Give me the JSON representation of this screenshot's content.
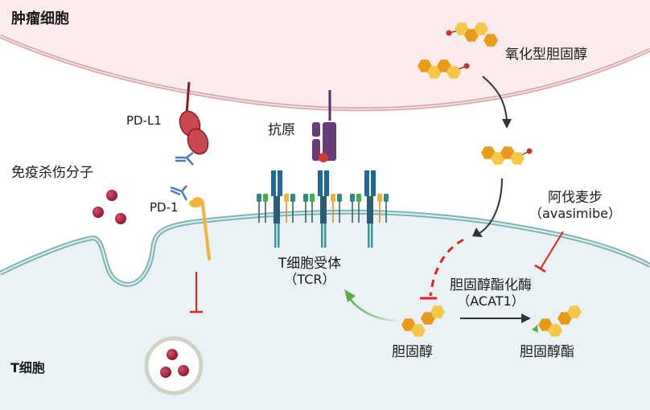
{
  "diagram": {
    "title_tumor_cell": "肿瘤细胞",
    "title_t_cell": "T细胞",
    "labels": {
      "pd_l1": "PD-L1",
      "pd_1": "PD-1",
      "antigen": "抗原",
      "cytotoxic_molecules": "免疫杀伤分子",
      "oxidized_cholesterol": "氧化型胆固醇",
      "avasimibe_cn": "阿伐麦步",
      "avasimibe_en": "（avasimibe）",
      "tcr_cn": "T细胞受体",
      "tcr_en": "（TCR）",
      "acat1_cn": "胆固醇酯化酶",
      "acat1_en": "（ACAT1）",
      "cholesterol": "胆固醇",
      "cholesteryl_ester": "胆固醇酯"
    },
    "colors": {
      "tumor_cell_fill": "#fdecee",
      "tumor_membrane": "#d9a6aa",
      "t_cell_fill": "#eaf2f5",
      "t_cell_membrane": "#7fb3b3",
      "pd_l1": "#c9494f",
      "pd_1": "#f2b33d",
      "antibody": "#4a7cc0",
      "antigen_mhc": "#6b3a78",
      "inhibit_red": "#e8201f",
      "activate_green": "#5aac4a",
      "cholesterol_dark": "#e79a1b",
      "cholesterol_light": "#f6c84a",
      "granule": "#a8203f"
    }
  }
}
